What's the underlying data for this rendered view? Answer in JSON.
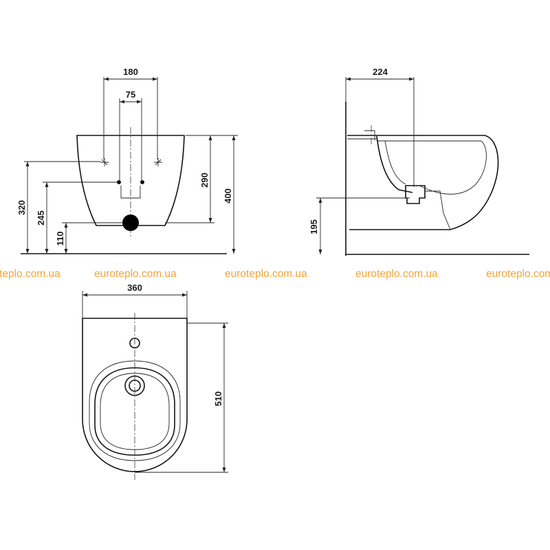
{
  "dimensions": {
    "front_view": {
      "outlet_spacing": "180",
      "inlet_spacing": "75",
      "height_320": "320",
      "height_245": "245",
      "height_110": "110",
      "depth_290": "290",
      "height_400": "400"
    },
    "side_view": {
      "projection": "224",
      "height_195": "195"
    },
    "top_view": {
      "width": "360",
      "length": "510"
    }
  },
  "watermarks": [
    "euroteplo.com.ua",
    "euroteplo.com.ua",
    "euroteplo.com.ua",
    "euroteplo.com.ua",
    "euroteplo.com.ua"
  ],
  "colors": {
    "line": "#111111",
    "watermark": "#f2a43a"
  }
}
